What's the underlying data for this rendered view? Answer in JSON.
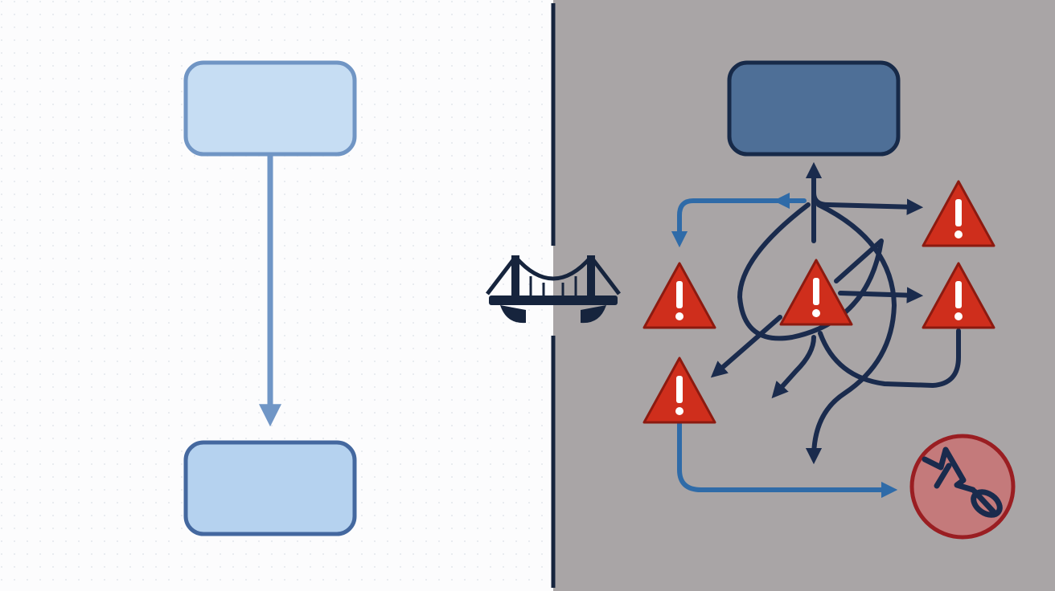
{
  "colors": {
    "left_background": "#fcfcfd",
    "left_dot": "#e3e6ec",
    "right_background": "#a9a5a6",
    "divider": "#16243d",
    "left_box_top_fill": "#c6ddf3",
    "left_box_top_stroke": "#7095c4",
    "left_box_bottom_fill": "#b5d2ef",
    "left_box_bottom_stroke": "#44689f",
    "left_arrow": "#7096c6",
    "right_box_fill": "#4e6f97",
    "right_box_stroke": "#172a49",
    "dark_arrow": "#1a2b4d",
    "blue_arrow": "#2f6ba8",
    "warning_fill": "#cf2e1c",
    "warning_outline": "#8c1a10",
    "warning_mark": "#ffffff",
    "broken_circle_fill": "#c47a7b",
    "broken_circle_stroke": "#9a1e22",
    "broken_link": "#1a2b4d",
    "bridge": "#16243d"
  },
  "icons": {
    "bridge": "bridge-icon",
    "warning": "warning-triangle-icon",
    "broken_link": "broken-link-icon"
  },
  "left_panel": {
    "boxes": [
      "",
      ""
    ],
    "connector": "single-downward-arrow"
  },
  "right_panel": {
    "boxes": [
      ""
    ],
    "warning_count": 5,
    "terminal": "broken-link-circle"
  }
}
